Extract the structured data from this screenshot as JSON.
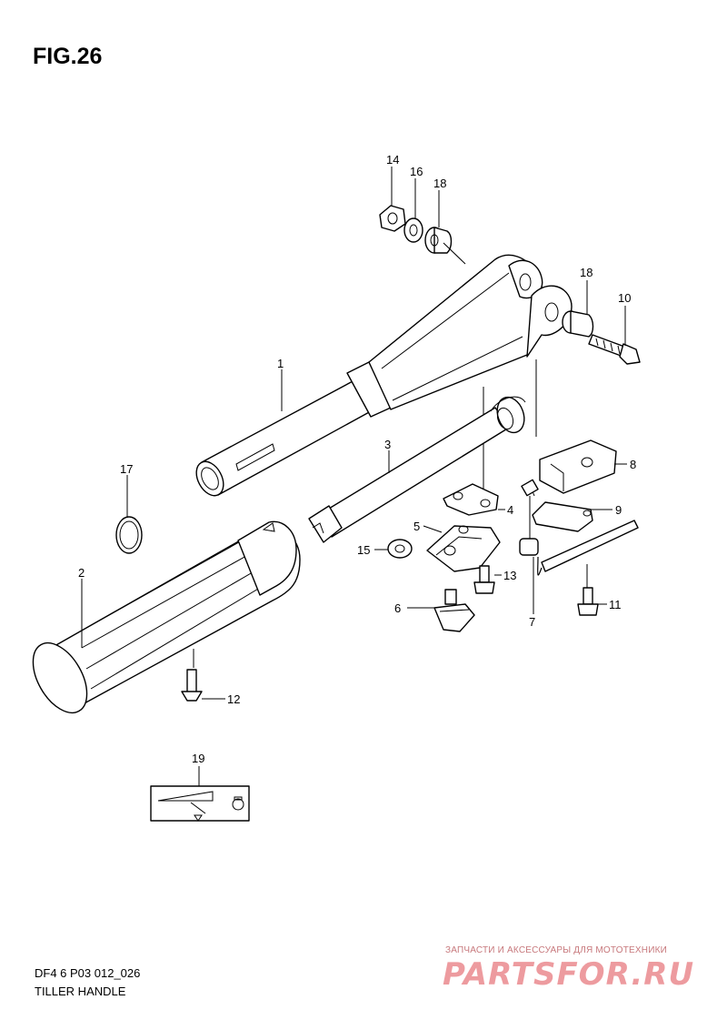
{
  "figure": {
    "title": "FIG.26",
    "code": "DF4 6 P03 012_026",
    "name": "TILLER HANDLE"
  },
  "callouts": [
    "1",
    "2",
    "3",
    "4",
    "5",
    "6",
    "7",
    "8",
    "9",
    "10",
    "11",
    "12",
    "13",
    "14",
    "15",
    "16",
    "17",
    "18",
    "18",
    "19"
  ],
  "watermark": {
    "caption": "ЗАПЧАСТИ И АКСЕССУАРЫ ДЛЯ МОТОТЕХНИКИ",
    "logo": "PARTSFOR.RU",
    "color": "#d9262e"
  }
}
